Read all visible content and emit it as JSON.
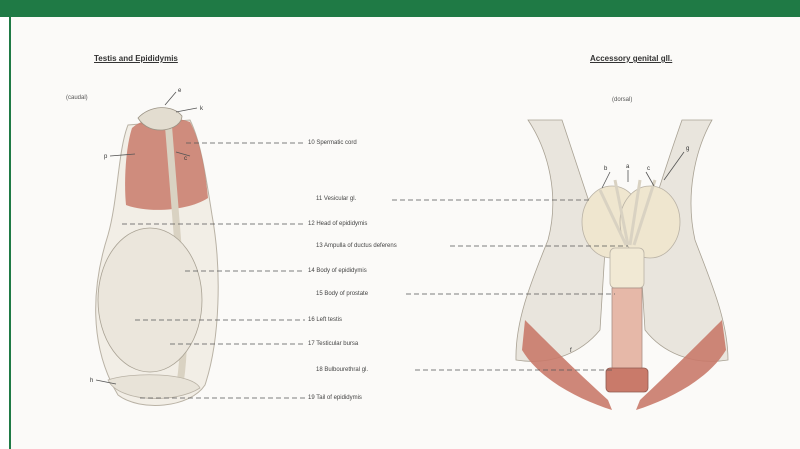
{
  "left": {
    "title": "Testis and Epididymis",
    "view": "(caudal)",
    "letters": [
      "e",
      "k",
      "p",
      "c",
      "h"
    ]
  },
  "right": {
    "title": "Accessory genital gll.",
    "view": "(dorsal)",
    "letters": [
      "a",
      "b",
      "c",
      "g",
      "f"
    ]
  },
  "labels": [
    "10 Spermatic cord",
    "11 Vesicular gl.",
    "12 Head of epididymis",
    "13 Ampulla of ductus deferens",
    "14 Body of epididymis",
    "15 Body of prostate",
    "16 Left testis",
    "17 Testicular bursa",
    "18 Bulbourethral gl.",
    "19 Tail of epididymis"
  ],
  "colors": {
    "frame": "#1f7a45",
    "muscle": "#c97a6a",
    "bone": "#e9e5dd",
    "gland": "#efe6cf"
  }
}
